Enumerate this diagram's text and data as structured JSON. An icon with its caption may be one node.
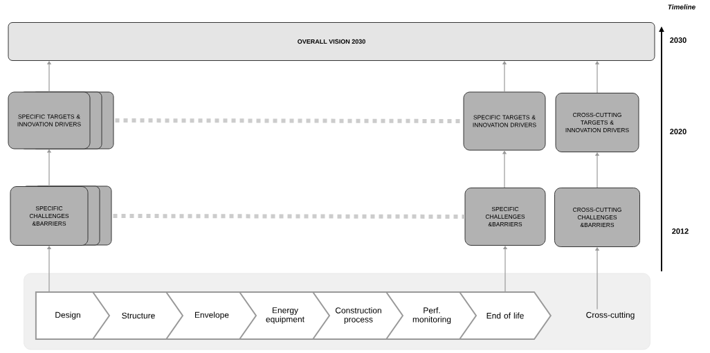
{
  "diagram": {
    "nodes": [
      {
        "text": [
          "OVERALL VISION 2030"
        ]
      },
      {
        "text": [
          "SPECIFIC TARGETS & INNOVATION DRIVERS"
        ]
      },
      {
        "text": [
          "SPECIFIC TARGETS & INNOVATION DRIVERS"
        ]
      },
      {
        "text": [
          "CROSS-CUTTING TARGETS & INNOVATION DRIVERS"
        ]
      },
      {
        "text": [
          "SPECIFIC CHALLENGES &BARRIERS"
        ]
      },
      {
        "text": [
          "SPECIFIC CHALLENGES &BARRIERS"
        ]
      },
      {
        "text": [
          "CROSS-CUTTING CHALLENGES &BARRIERS"
        ]
      },
      {
        "text": [],
        "shape": "box"
      },
      {
        "text": [
          "Design"
        ],
        "in": 7
      },
      {
        "text": [
          "Structure"
        ],
        "in": 7
      },
      {
        "text": [
          "Envelope"
        ],
        "in": 7
      },
      {
        "text": [
          "Energy equipment"
        ],
        "in": 7
      },
      {
        "text": [
          "Construction process"
        ],
        "in": 7
      },
      {
        "text": [
          "Perf. monitoring"
        ],
        "in": 7
      },
      {
        "text": [
          "End of life"
        ],
        "in": 7
      },
      {
        "text": [
          "Cross-cutting"
        ],
        "in": 7
      }
    ],
    "edges": [
      {
        "from": 8,
        "to": 4,
        "arrow": "to"
      },
      {
        "from": 4,
        "to": 1,
        "arrow": "to"
      },
      {
        "from": 1,
        "to": 0,
        "arrow": "to"
      },
      {
        "from": 14,
        "to": 5,
        "arrow": "to"
      },
      {
        "from": 5,
        "to": 2,
        "arrow": "to"
      },
      {
        "from": 2,
        "to": 0,
        "arrow": "to"
      },
      {
        "from": 15,
        "to": 6,
        "arrow": "to"
      },
      {
        "from": 6,
        "to": 3,
        "arrow": "to"
      },
      {
        "from": 3,
        "to": 0,
        "arrow": "to"
      },
      {
        "from": 1,
        "to": 2,
        "arrow": "none",
        "style": "dashed"
      },
      {
        "from": 4,
        "to": 5,
        "arrow": "none",
        "style": "dashed"
      }
    ],
    "labels": [
      "Timeline",
      "2030",
      "2020",
      "2012"
    ]
  }
}
